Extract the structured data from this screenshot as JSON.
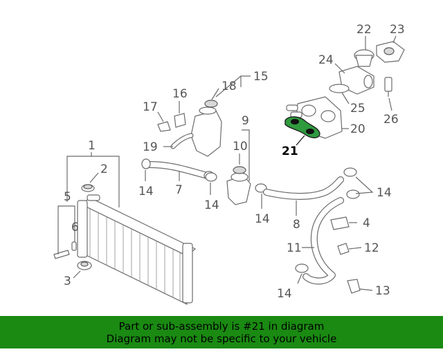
{
  "callouts": {
    "c1": "1",
    "c2": "2",
    "c3": "3",
    "c4": "4",
    "c5": "5",
    "c6": "6",
    "c7": "7",
    "c8": "8",
    "c9": "9",
    "c10": "10",
    "c11": "11",
    "c12": "12",
    "c13": "13",
    "c14": "14",
    "c15": "15",
    "c16": "16",
    "c17": "17",
    "c18": "18",
    "c19": "19",
    "c20": "20",
    "c21": "21",
    "c22": "22",
    "c23": "23",
    "c24": "24",
    "c25": "25",
    "c26": "26"
  },
  "highlighted_part": "21",
  "banner": {
    "line1": "Part or sub-assembly is #21 in diagram",
    "line2": "Diagram may not be specific to your vehicle"
  },
  "colors": {
    "banner_bg": "#1a8a12",
    "highlight_part": "#2f9a3e",
    "line_art": "#6b6b6b"
  }
}
